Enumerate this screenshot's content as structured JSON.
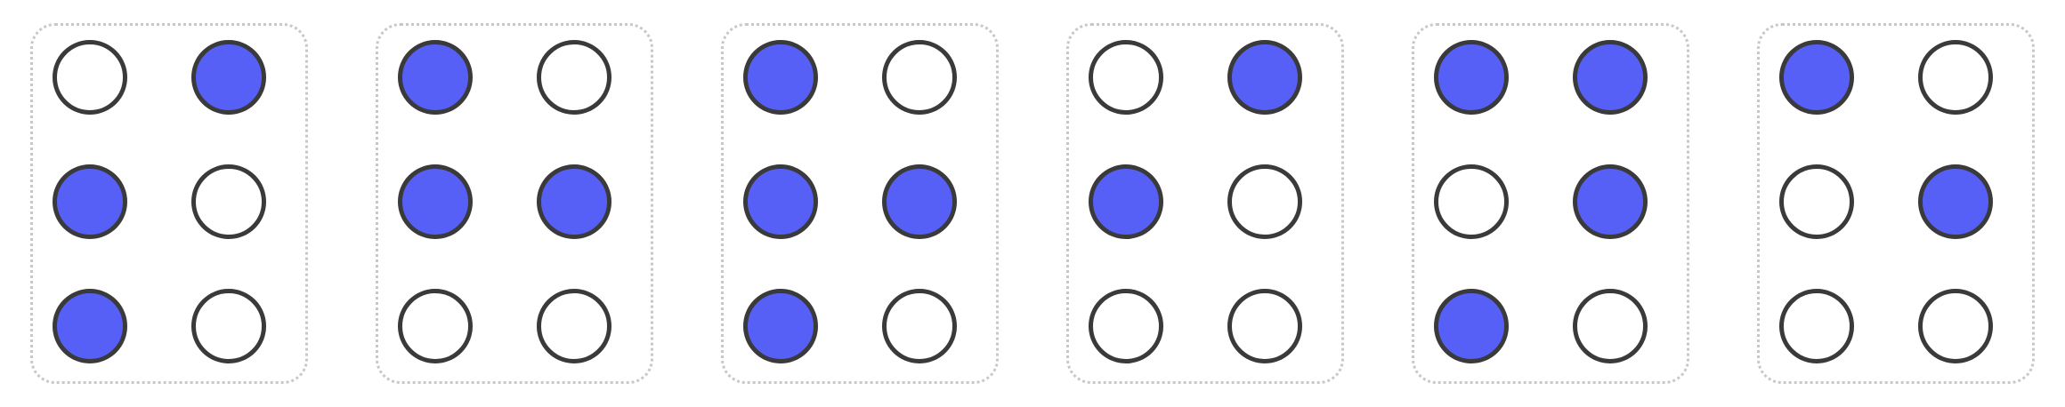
{
  "diagram": {
    "type": "braille-cells",
    "colors": {
      "raised_fill": "#5760f6",
      "flat_fill": "#ffffff",
      "dot_outline": "#3a3a3a",
      "cell_border": "#c8c8c8"
    },
    "cells": [
      {
        "dots": [
          [
            0,
            1
          ],
          [
            1,
            0
          ],
          [
            1,
            0
          ]
        ]
      },
      {
        "dots": [
          [
            1,
            0
          ],
          [
            1,
            1
          ],
          [
            0,
            0
          ]
        ]
      },
      {
        "dots": [
          [
            1,
            0
          ],
          [
            1,
            1
          ],
          [
            1,
            0
          ]
        ]
      },
      {
        "dots": [
          [
            0,
            1
          ],
          [
            1,
            0
          ],
          [
            0,
            0
          ]
        ]
      },
      {
        "dots": [
          [
            1,
            1
          ],
          [
            0,
            1
          ],
          [
            1,
            0
          ]
        ]
      },
      {
        "dots": [
          [
            1,
            0
          ],
          [
            0,
            1
          ],
          [
            0,
            0
          ]
        ]
      }
    ]
  }
}
